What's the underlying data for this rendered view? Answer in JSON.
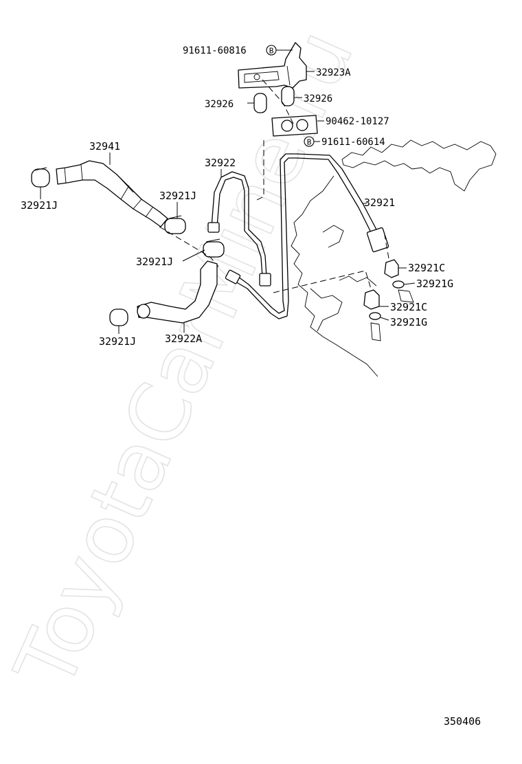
{
  "watermark": "ToyotaCarMine.ru",
  "diagram_id": "350406",
  "bolt_symbol": "B",
  "parts": {
    "bolt_upper": "91611-60816",
    "bracket": "32923A",
    "cushion_right": "32926",
    "cushion_left": "32926",
    "clamp_plate": "90462-10127",
    "bolt_lower": "91611-60614",
    "hose_upper": "32941",
    "clip_left": "32921J",
    "tube_left": "32922",
    "clip_mid_upper": "32921J",
    "clip_mid_lower": "32921J",
    "tube_right": "32921",
    "union_upper": "32921C",
    "gasket_upper": "32921G",
    "union_lower": "32921C",
    "gasket_lower": "32921G",
    "clip_bottom": "32921J",
    "hose_lower": "32922A"
  }
}
